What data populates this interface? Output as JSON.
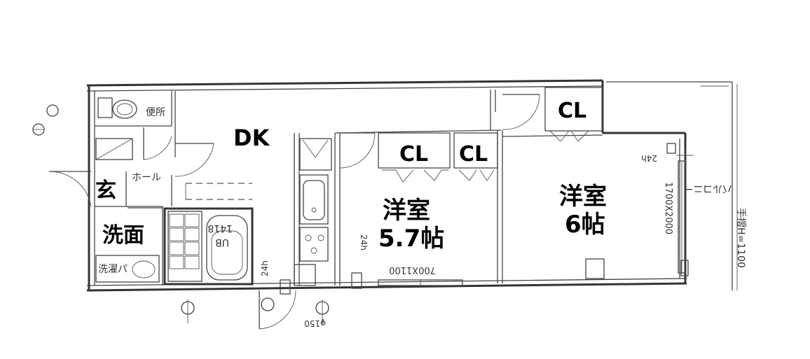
{
  "rooms": {
    "dk": "DK",
    "genkan": "玄",
    "senmen": "洗面",
    "yoshitsu1_name": "洋室",
    "yoshitsu1_size": "5.7帖",
    "yoshitsu2_name": "洋室",
    "yoshitsu2_size": "6帖",
    "cl_top": "CL",
    "cl_mid1": "CL",
    "cl_mid2": "CL"
  },
  "annotations": {
    "toilet": "便所",
    "hall": "ホール",
    "ub": "UB",
    "ub_size": "1418",
    "washer": "洗濯パ",
    "vent_24h_entry": "24h",
    "vent_24h_room1": "24h",
    "vent_24h_room2": "24h",
    "duct_size": "φ150",
    "window_room1": "700X1100",
    "window_room2": "1700X2000",
    "balcony": "バルコニー",
    "handrail": "手摺H=1100"
  }
}
